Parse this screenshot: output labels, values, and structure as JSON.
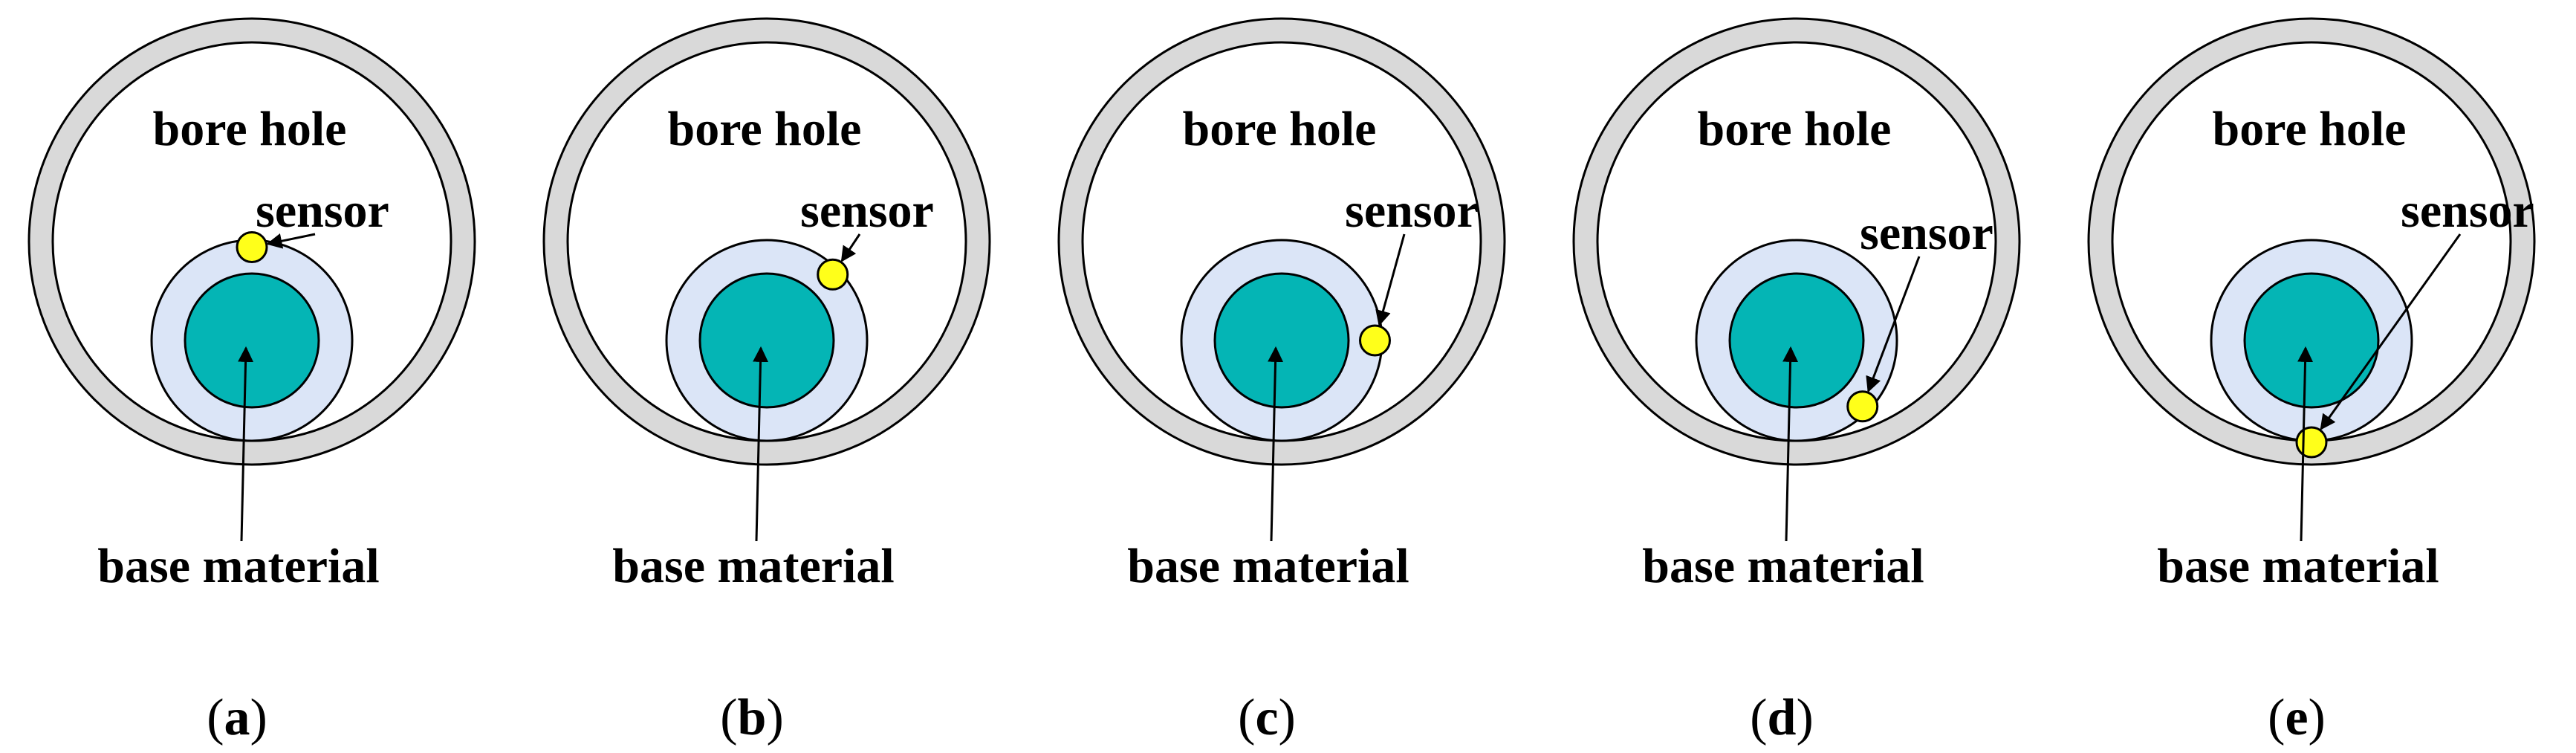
{
  "colors": {
    "casing_ring": "#d9d9d9",
    "bore_interior": "#ffffff",
    "coating": "#dbe5f7",
    "base_material": "#04b5b5",
    "sensor": "#ffff1a",
    "outline": "#000000"
  },
  "panels": [
    {
      "bore_label": "bore hole",
      "sensor_label": "sensor",
      "base_label": "base material",
      "caption_letter": "a",
      "sensor_angle_deg": 90
    },
    {
      "bore_label": "bore hole",
      "sensor_label": "sensor",
      "base_label": "base material",
      "caption_letter": "b",
      "sensor_angle_deg": 45
    },
    {
      "bore_label": "bore hole",
      "sensor_label": "sensor",
      "base_label": "base material",
      "caption_letter": "c",
      "sensor_angle_deg": 0
    },
    {
      "bore_label": "bore hole",
      "sensor_label": "sensor",
      "base_label": "base material",
      "caption_letter": "d",
      "sensor_angle_deg": -45
    },
    {
      "bore_label": "bore hole",
      "sensor_label": "sensor",
      "base_label": "base material",
      "caption_letter": "e",
      "sensor_angle_deg": -90
    }
  ]
}
